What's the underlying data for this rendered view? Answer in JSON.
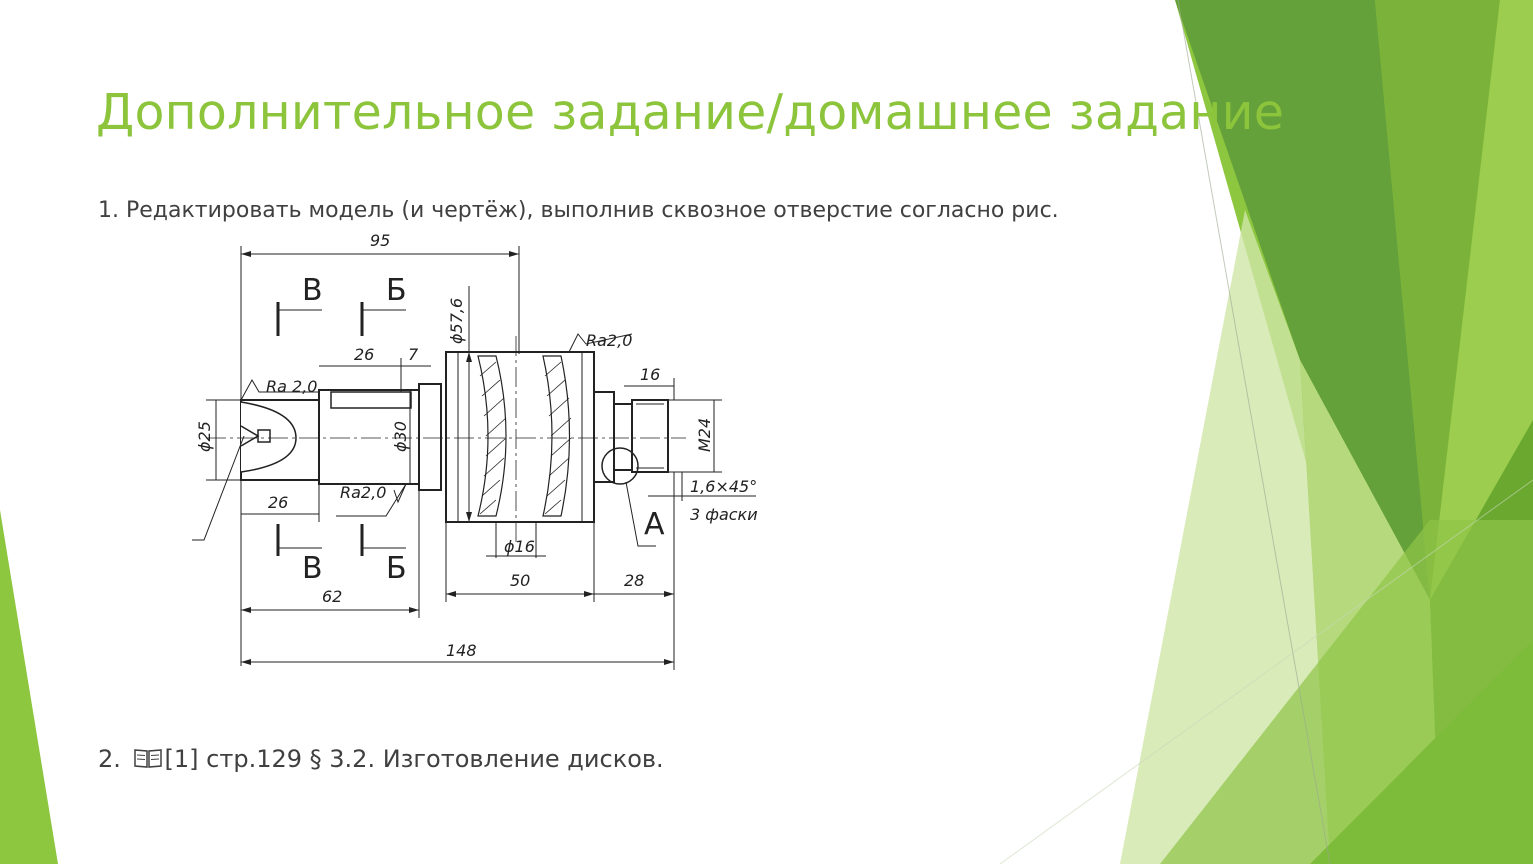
{
  "title": "Дополнительное задание/домашнее задание",
  "items": [
    {
      "number": "1.",
      "text": "Редактировать модель (и чертёж), выполнив сквозное отверстие согласно рис."
    },
    {
      "number": "2.",
      "icon": "book-icon",
      "text": "[1] стр.129 § 3.2. Изготовление дисков."
    }
  ],
  "drawing": {
    "dimensions": {
      "d95": "95",
      "d26_top": "26",
      "d7": "7",
      "d57": "ϕ57,6",
      "ra_top": "Ra2,0",
      "ra_left": "Ra 2,0",
      "d25": "ϕ25",
      "d30": "ϕ30",
      "d16_top": "16",
      "m24": "M24",
      "ra_bottom": "Ra2,0",
      "d26_bottom": "26",
      "chamfer": "1,6×45°",
      "chamfer_count": "3 фаски",
      "d16_bottom": "ϕ16",
      "d50": "50",
      "d28": "28",
      "d62": "62",
      "d148": "148"
    },
    "section_labels": {
      "v": "В",
      "b": "Б",
      "a": "А"
    }
  },
  "colors": {
    "accent": "#8cc43c",
    "text": "#404040"
  }
}
